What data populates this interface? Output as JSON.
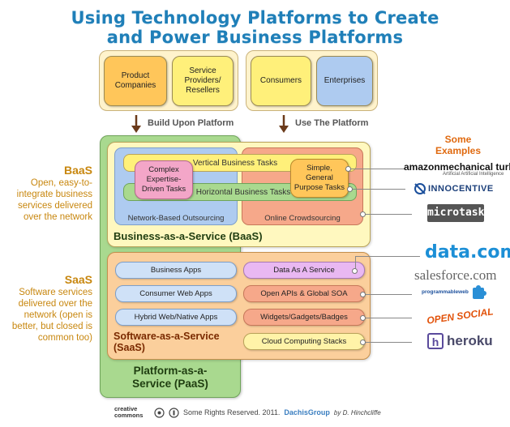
{
  "title": {
    "line1": "Using Technology Platforms to Create",
    "line2": "and Power Business Platforms"
  },
  "top": {
    "left_boxes": [
      "Product Companies",
      "Service Providers/ Resellers"
    ],
    "right_boxes": [
      "Consumers",
      "Enterprises"
    ],
    "arrow_left": "Build Upon Platform",
    "arrow_right": "Use The Platform"
  },
  "baas": {
    "side_heading": "BaaS",
    "side_text": "Open, easy-to-integrate business services delivered over the network",
    "vertical": "Vertical Business Tasks",
    "horizontal": "Horizontal Business Tasks",
    "complex": "Complex Expertise-Driven Tasks",
    "simple": "Simple, General Purpose Tasks",
    "network": "Network-Based Outsourcing",
    "crowd": "Online Crowdsourcing",
    "title": "Business-as-a-Service (BaaS)"
  },
  "saas": {
    "side_heading": "SaaS",
    "side_text": "Software services delivered over the network (open is better, but closed is common too)",
    "left": [
      "Business Apps",
      "Consumer Web Apps",
      "Hybrid Web/Native Apps"
    ],
    "right": [
      "Data As A Service",
      "Open APIs & Global SOA",
      "Widgets/Gadgets/Badges",
      "Cloud Computing Stacks"
    ],
    "title_line1": "Software-as-a-Service",
    "title_line2": "(SaaS)"
  },
  "paas": {
    "line1": "Platform-as-a-",
    "line2": "Service (PaaS)"
  },
  "examples": {
    "heading1": "Some",
    "heading2": "Examples",
    "amazon": "amazonmechanical turk",
    "amazon_sub": "Artificial Artificial Intelligence",
    "innocentive": "INNOCENTIVE",
    "microtask": "microtask",
    "data": "data.com",
    "salesforce": "salesforce.com",
    "pw": "programmableweb",
    "opensocial": "OPEN SOCIAL",
    "heroku": "heroku"
  },
  "footer": {
    "cc": "creative commons",
    "rights": "Some Rights Reserved. 2011.",
    "dachis": "DachisGroup",
    "author": "by D. Hinchcliffe"
  },
  "colors": {
    "orange_tile": "#ffc65a",
    "yellow_tile": "#fff07a",
    "blue_tile": "#aecbf0",
    "green": "#a9d98f",
    "pink": "#f3a6c8",
    "salmon": "#f6a88a",
    "lavender": "#e9b8f2"
  }
}
